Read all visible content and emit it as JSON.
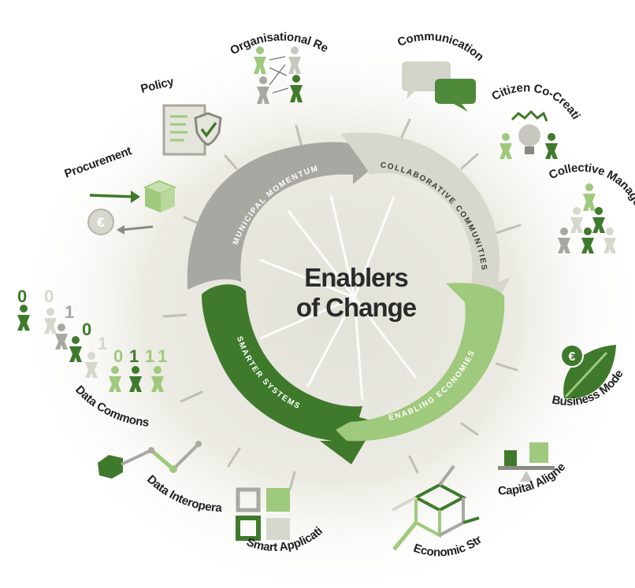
{
  "title": {
    "line1": "Enablers",
    "line2": "of Change"
  },
  "segments": {
    "municipal": "MUNICIPAL MOMENTUM",
    "collaborative": "COLLABORATIVE COMMUNITIES",
    "enabling": "ENABLING ECONOMIES",
    "smarter": "SMARTER SYSTEMS"
  },
  "enablers": {
    "organisational_readiness": "Organisational Readiness",
    "communication": "Communication",
    "citizen_cocreation": "Citizen Co-Creation",
    "collective_management": "Collective Management",
    "policy": "Policy",
    "procurement": "Procurement",
    "data_commons": "Data Commons",
    "data_interoperability": "Data Interoperability",
    "smart_applications": "Smart Applications",
    "economic_structures": "Economic Structures",
    "capital_alignement": "Capital Alignement",
    "business_models": "Business Models"
  },
  "binary_digits": [
    "0",
    "0",
    "1",
    "0",
    "1",
    "0",
    "1",
    "1",
    "1"
  ],
  "currency_symbol": "€",
  "colors": {
    "dark_green": "#3f7a2c",
    "light_green": "#9fc97c",
    "mid_gray": "#a5a5a0",
    "light_gray": "#d9d8cf",
    "halo": "#ecebe3",
    "text": "#2a2a2a"
  }
}
